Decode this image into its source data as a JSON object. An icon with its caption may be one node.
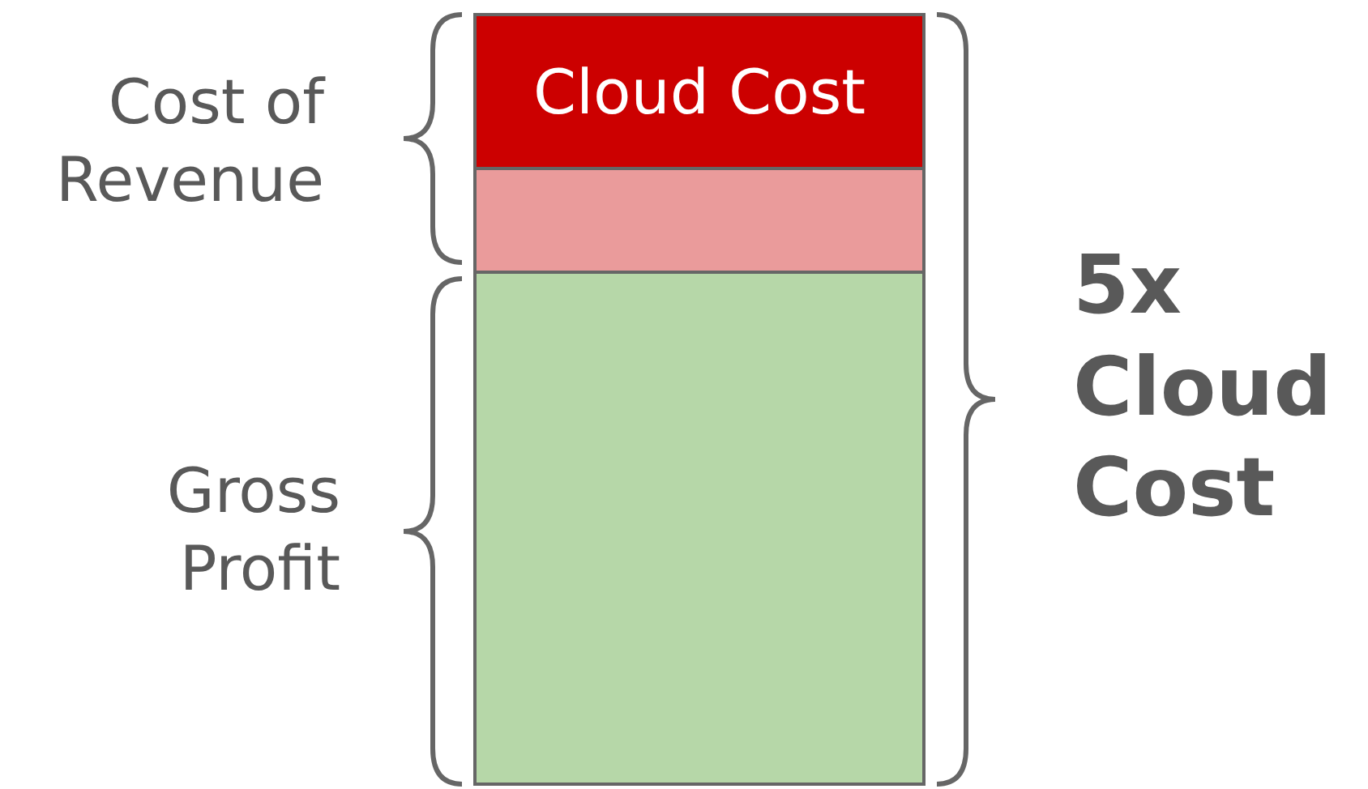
{
  "diagram": {
    "nodes": [
      {
        "text": [
          "Cloud Cost"
        ]
      },
      {
        "text": [],
        "shape": "box"
      },
      {
        "text": [],
        "shape": "box"
      }
    ],
    "labels": [
      "Cost of Revenue",
      "Gross Profit",
      "5x Cloud Cost"
    ]
  }
}
